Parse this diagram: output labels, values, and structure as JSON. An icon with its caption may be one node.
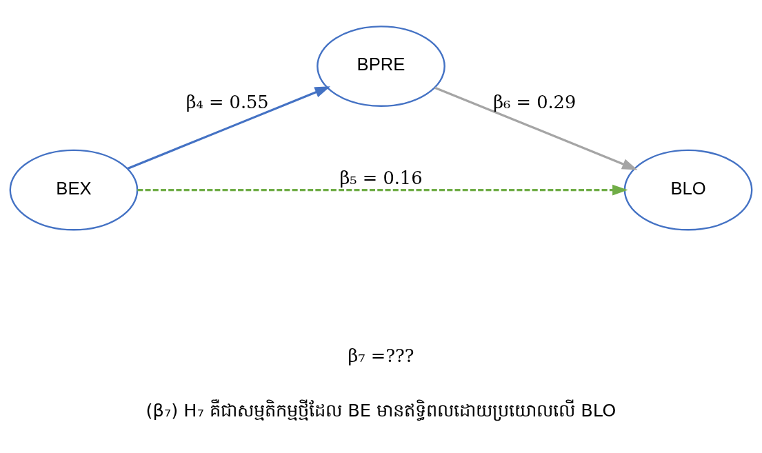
{
  "diagram": {
    "caption": "(β₇) H₇ គឺជាសម្មតិកម្មថ្មីដែល BE មានឥទ្ធិពលដោយប្រយោលលើ BLO",
    "nodes": [
      {
        "text": [
          "BPRE"
        ]
      },
      {
        "text": [
          "BEX"
        ]
      },
      {
        "text": [
          "BLO"
        ]
      }
    ],
    "edges": [
      {
        "from": 1,
        "to": 0,
        "arrow": "to",
        "label": "β₄ = 0.55",
        "color": "#4472c4"
      },
      {
        "from": 0,
        "to": 2,
        "arrow": "to",
        "label": "β₆ = 0.29",
        "color": "#a5a5a5"
      },
      {
        "from": 1,
        "to": 2,
        "arrow": "to",
        "label": "β₅ = 0.16",
        "style": "dashed",
        "color": "#70ad47"
      }
    ],
    "labels": [
      "β₇ =???"
    ]
  }
}
